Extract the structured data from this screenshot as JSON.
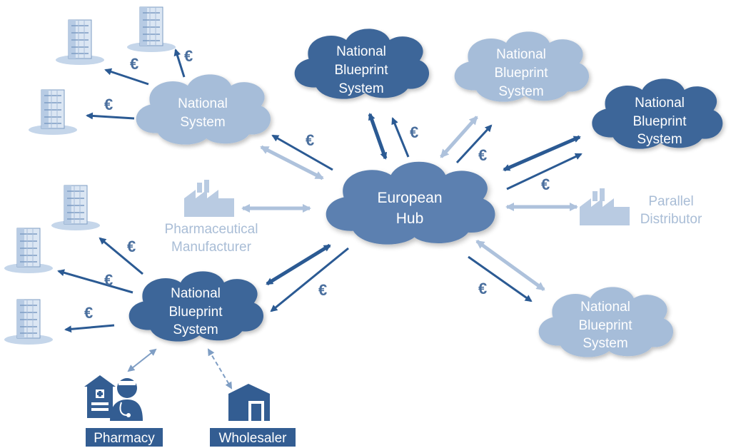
{
  "hub": {
    "line1": "European",
    "line2": "Hub"
  },
  "national_system": {
    "line1": "National",
    "line2": "System"
  },
  "blueprint": {
    "line1": "National",
    "line2": "Blueprint",
    "line3": "System"
  },
  "currency_symbol": "€",
  "manufacturer": {
    "line1": "Pharmaceutical",
    "line2": "Manufacturer"
  },
  "parallel_distributor": {
    "line1": "Parallel",
    "line2": "Distributor"
  },
  "pharmacy_label": "Pharmacy",
  "wholesaler_label": "Wholesaler",
  "colors": {
    "dark_cloud": "#3e6699",
    "medium_cloud": "#5b80b0",
    "light_cloud": "#a6bdd9",
    "arrow_dark": "#2b5a93",
    "arrow_light": "#aec2dc",
    "euro": "#4a6f9e",
    "badge": "#335d92"
  }
}
